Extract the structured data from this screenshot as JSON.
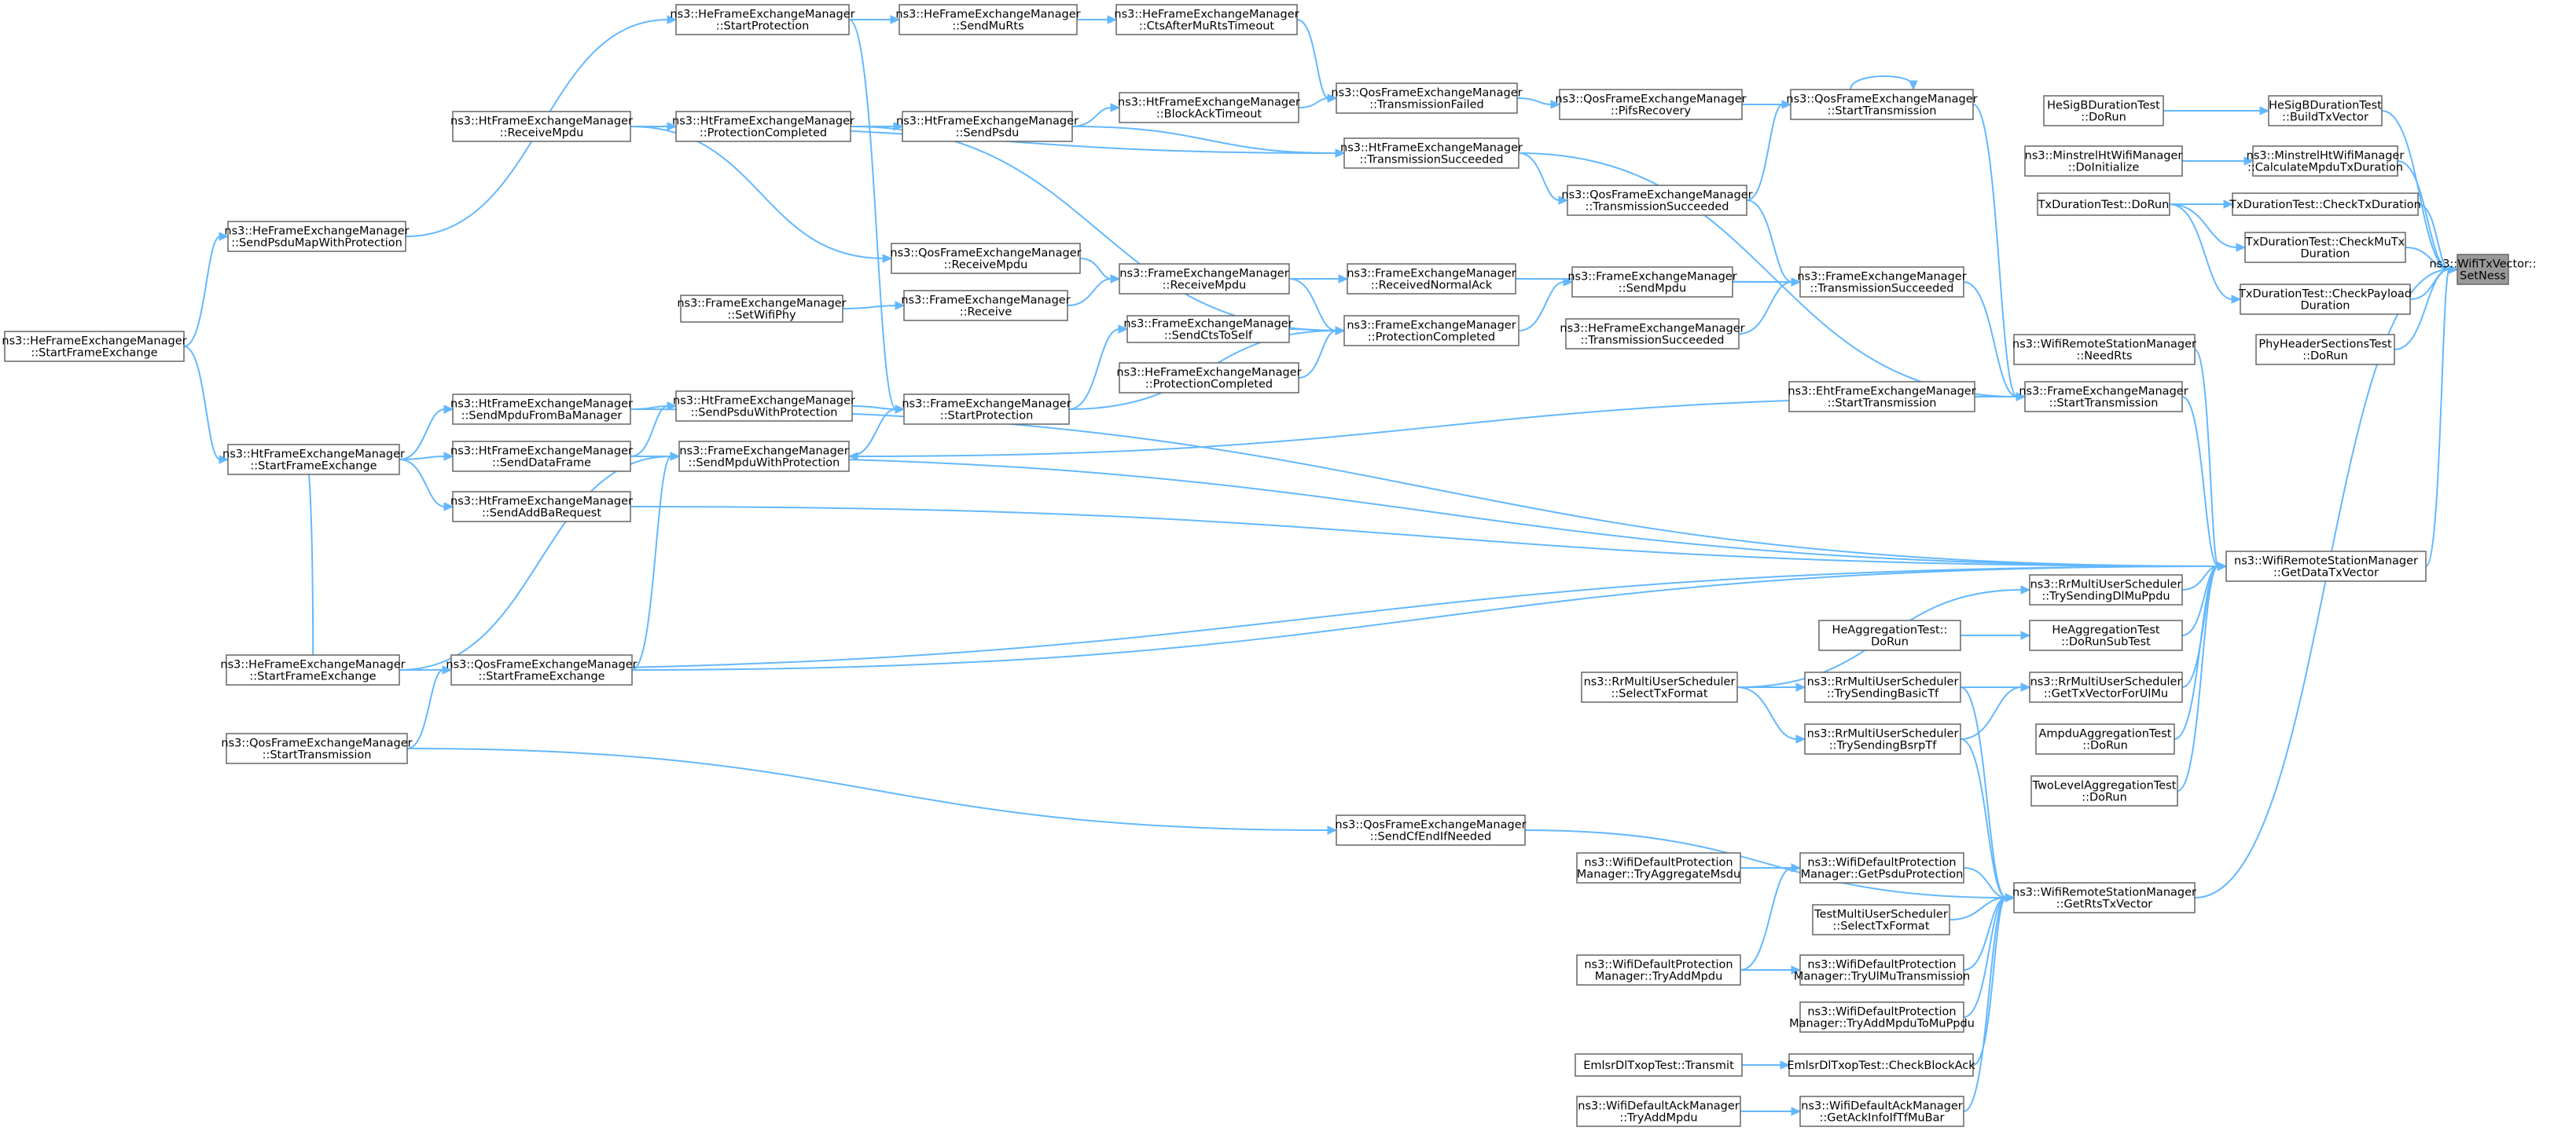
{
  "graph": {
    "type": "call-graph",
    "colors": {
      "edge": "#63b8ff",
      "node_border": "#666666",
      "node_fill": "#ffffff",
      "focus_fill": "#999999"
    },
    "nodes": [
      {
        "id": "setness",
        "lines": [
          "ns3::WifiTxVector::",
          "SetNess"
        ],
        "focus": true
      },
      {
        "id": "hesigb_build",
        "lines": [
          "HeSigBDurationTest",
          "::BuildTxVector"
        ]
      },
      {
        "id": "hesigb_dorun",
        "lines": [
          "HeSigBDurationTest",
          "::DoRun"
        ]
      },
      {
        "id": "minstrel_calc",
        "lines": [
          "ns3::MinstrelHtWifiManager",
          "::CalculateMpduTxDuration"
        ]
      },
      {
        "id": "minstrel_init",
        "lines": [
          "ns3::MinstrelHtWifiManager",
          "::DoInitialize"
        ]
      },
      {
        "id": "txd_checktx",
        "lines": [
          "TxDurationTest::CheckTxDuration"
        ]
      },
      {
        "id": "txd_dorun",
        "lines": [
          "TxDurationTest::DoRun"
        ]
      },
      {
        "id": "txd_checkmu",
        "lines": [
          "TxDurationTest::CheckMuTx",
          "Duration"
        ]
      },
      {
        "id": "txd_checkpayload",
        "lines": [
          "TxDurationTest::CheckPayload",
          "Duration"
        ]
      },
      {
        "id": "phyhdr",
        "lines": [
          "PhyHeaderSectionsTest",
          "::DoRun"
        ]
      },
      {
        "id": "rsm_getdata",
        "lines": [
          "ns3::WifiRemoteStationManager",
          "::GetDataTxVector"
        ]
      },
      {
        "id": "rsm_getrts",
        "lines": [
          "ns3::WifiRemoteStationManager",
          "::GetRtsTxVector"
        ]
      },
      {
        "id": "rsm_needrts",
        "lines": [
          "ns3::WifiRemoteStationManager",
          "::NeedRts"
        ]
      },
      {
        "id": "fem_starttx",
        "lines": [
          "ns3::FrameExchangeManager",
          "::StartTransmission"
        ]
      },
      {
        "id": "eht_starttx",
        "lines": [
          "ns3::EhtFrameExchangeManager",
          "::StartTransmission"
        ]
      },
      {
        "id": "fem_txsucc",
        "lines": [
          "ns3::FrameExchangeManager",
          "::TransmissionSucceeded"
        ]
      },
      {
        "id": "fem_sendmpdu",
        "lines": [
          "ns3::FrameExchangeManager",
          "::SendMpdu"
        ]
      },
      {
        "id": "he_txsucc",
        "lines": [
          "ns3::HeFrameExchangeManager",
          "::TransmissionSucceeded"
        ]
      },
      {
        "id": "fem_protcompl",
        "lines": [
          "ns3::FrameExchangeManager",
          "::ProtectionCompleted"
        ]
      },
      {
        "id": "fem_recvnormalack",
        "lines": [
          "ns3::FrameExchangeManager",
          "::ReceivedNormalAck"
        ]
      },
      {
        "id": "fem_receivempdu",
        "lines": [
          "ns3::FrameExchangeManager",
          "::ReceiveMpdu"
        ]
      },
      {
        "id": "fem_receive",
        "lines": [
          "ns3::FrameExchangeManager",
          "::Receive"
        ]
      },
      {
        "id": "fem_setwifiphy",
        "lines": [
          "ns3::FrameExchangeManager",
          "::SetWifiPhy"
        ]
      },
      {
        "id": "qos_receivempdu",
        "lines": [
          "ns3::QosFrameExchangeManager",
          "::ReceiveMpdu"
        ]
      },
      {
        "id": "fem_sendcts",
        "lines": [
          "ns3::FrameExchangeManager",
          "::SendCtsToSelf"
        ]
      },
      {
        "id": "he_protcompl",
        "lines": [
          "ns3::HeFrameExchangeManager",
          "::ProtectionCompleted"
        ]
      },
      {
        "id": "fem_startprot",
        "lines": [
          "ns3::FrameExchangeManager",
          "::StartProtection"
        ]
      },
      {
        "id": "fem_sendmpduwithprot",
        "lines": [
          "ns3::FrameExchangeManager",
          "::SendMpduWithProtection"
        ]
      },
      {
        "id": "ht_sendpsduwithprot",
        "lines": [
          "ns3::HtFrameExchangeManager",
          "::SendPsduWithProtection"
        ]
      },
      {
        "id": "ht_sendmpdufromba",
        "lines": [
          "ns3::HtFrameExchangeManager",
          "::SendMpduFromBaManager"
        ]
      },
      {
        "id": "ht_senddataframe",
        "lines": [
          "ns3::HtFrameExchangeManager",
          "::SendDataFrame"
        ]
      },
      {
        "id": "ht_sendaddba",
        "lines": [
          "ns3::HtFrameExchangeManager",
          "::SendAddBaRequest"
        ]
      },
      {
        "id": "ht_startframeex",
        "lines": [
          "ns3::HtFrameExchangeManager",
          "::StartFrameExchange"
        ]
      },
      {
        "id": "he_startframeex",
        "lines": [
          "ns3::HeFrameExchangeManager",
          "::StartFrameExchange"
        ]
      },
      {
        "id": "he_sendpsdumap",
        "lines": [
          "ns3::HeFrameExchangeManager",
          "::SendPsduMapWithProtection"
        ]
      },
      {
        "id": "he_startprot",
        "lines": [
          "ns3::HeFrameExchangeManager",
          "::StartProtection"
        ]
      },
      {
        "id": "he_sendmurts",
        "lines": [
          "ns3::HeFrameExchangeManager",
          "::SendMuRts"
        ]
      },
      {
        "id": "he_ctsafter",
        "lines": [
          "ns3::HeFrameExchangeManager",
          "::CtsAfterMuRtsTimeout"
        ]
      },
      {
        "id": "ht_receivempdu",
        "lines": [
          "ns3::HtFrameExchangeManager",
          "::ReceiveMpdu"
        ]
      },
      {
        "id": "ht_protcompl",
        "lines": [
          "ns3::HtFrameExchangeManager",
          "::ProtectionCompleted"
        ]
      },
      {
        "id": "ht_sendpsdu",
        "lines": [
          "ns3::HtFrameExchangeManager",
          "::SendPsdu"
        ]
      },
      {
        "id": "ht_blockacktimeout",
        "lines": [
          "ns3::HtFrameExchangeManager",
          "::BlockAckTimeout"
        ]
      },
      {
        "id": "qos_txfailed",
        "lines": [
          "ns3::QosFrameExchangeManager",
          "::TransmissionFailed"
        ]
      },
      {
        "id": "qos_pifs",
        "lines": [
          "ns3::QosFrameExchangeManager",
          "::PifsRecovery"
        ]
      },
      {
        "id": "qos_starttx_top",
        "lines": [
          "ns3::QosFrameExchangeManager",
          "::StartTransmission"
        ]
      },
      {
        "id": "ht_txsucc",
        "lines": [
          "ns3::HtFrameExchangeManager",
          "::TransmissionSucceeded"
        ]
      },
      {
        "id": "qos_txsucc",
        "lines": [
          "ns3::QosFrameExchangeManager",
          "::TransmissionSucceeded"
        ]
      },
      {
        "id": "qos_startframeex",
        "lines": [
          "ns3::QosFrameExchangeManager",
          "::StartFrameExchange"
        ]
      },
      {
        "id": "qos_starttx_left",
        "lines": [
          "ns3::QosFrameExchangeManager",
          "::StartTransmission"
        ]
      },
      {
        "id": "he_startframeex_left",
        "lines": [
          "ns3::HeFrameExchangeManager",
          "::StartFrameExchange"
        ]
      },
      {
        "id": "rr_trydlmu",
        "lines": [
          "ns3::RrMultiUserScheduler",
          "::TrySendingDlMuPpdu"
        ]
      },
      {
        "id": "heagg_dorunsub",
        "lines": [
          "HeAggregationTest",
          "::DoRunSubTest"
        ]
      },
      {
        "id": "heagg_dorun",
        "lines": [
          "HeAggregationTest::",
          "DoRun"
        ]
      },
      {
        "id": "rr_gettxulmu",
        "lines": [
          "ns3::RrMultiUserScheduler",
          "::GetTxVectorForUlMu"
        ]
      },
      {
        "id": "rr_trybasic",
        "lines": [
          "ns3::RrMultiUserScheduler",
          "::TrySendingBasicTf"
        ]
      },
      {
        "id": "rr_trybsrp",
        "lines": [
          "ns3::RrMultiUserScheduler",
          "::TrySendingBsrpTf"
        ]
      },
      {
        "id": "rr_selecttx",
        "lines": [
          "ns3::RrMultiUserScheduler",
          "::SelectTxFormat"
        ]
      },
      {
        "id": "ampdu_dorun",
        "lines": [
          "AmpduAggregationTest",
          "::DoRun"
        ]
      },
      {
        "id": "twolevel_dorun",
        "lines": [
          "TwoLevelAggregationTest",
          "::DoRun"
        ]
      },
      {
        "id": "qos_sendcfend",
        "lines": [
          "ns3::QosFrameExchangeManager",
          "::SendCfEndIfNeeded"
        ]
      },
      {
        "id": "wdp_getpsdu",
        "lines": [
          "ns3::WifiDefaultProtection",
          "Manager::GetPsduProtection"
        ]
      },
      {
        "id": "wdp_tryaggmsdu",
        "lines": [
          "ns3::WifiDefaultProtection",
          "Manager::TryAggregateMsdu"
        ]
      },
      {
        "id": "testmu_select",
        "lines": [
          "TestMultiUserScheduler",
          "::SelectTxFormat"
        ]
      },
      {
        "id": "wdp_tryulmu",
        "lines": [
          "ns3::WifiDefaultProtection",
          "Manager::TryUlMuTransmission"
        ]
      },
      {
        "id": "wdp_tryaddmpdu",
        "lines": [
          "ns3::WifiDefaultProtection",
          "Manager::TryAddMpdu"
        ]
      },
      {
        "id": "wdp_tryaddmpdutomu",
        "lines": [
          "ns3::WifiDefaultProtection",
          "Manager::TryAddMpduToMuPpdu"
        ]
      },
      {
        "id": "emlsr_checkba",
        "lines": [
          "EmlsrDlTxopTest::CheckBlockAck"
        ]
      },
      {
        "id": "emlsr_transmit",
        "lines": [
          "EmlsrDlTxopTest::Transmit"
        ]
      },
      {
        "id": "wdack_getack",
        "lines": [
          "ns3::WifiDefaultAckManager",
          "::GetAckInfoIfTfMuBar"
        ]
      },
      {
        "id": "wdack_tryaddmpdu",
        "lines": [
          "ns3::WifiDefaultAckManager",
          "::TryAddMpdu"
        ]
      }
    ]
  }
}
